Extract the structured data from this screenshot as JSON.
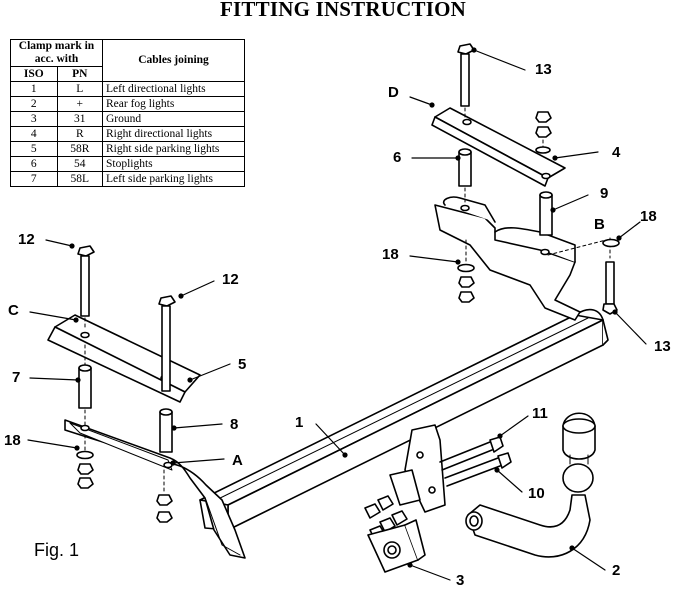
{
  "title": "FITTING INSTRUCTION",
  "table": {
    "header_clamp": "Clamp mark in acc. with",
    "header_cables": "Cables joining",
    "col_iso": "ISO",
    "col_pn": "PN",
    "rows": [
      {
        "iso": "1",
        "pn": "L",
        "cable": "Left directional lights"
      },
      {
        "iso": "2",
        "pn": "+",
        "cable": "Rear fog lights"
      },
      {
        "iso": "3",
        "pn": "31",
        "cable": "Ground"
      },
      {
        "iso": "4",
        "pn": "R",
        "cable": "Right directional lights"
      },
      {
        "iso": "5",
        "pn": "58R",
        "cable": "Right side parking lights"
      },
      {
        "iso": "6",
        "pn": "54",
        "cable": "Stoplights"
      },
      {
        "iso": "7",
        "pn": "58L",
        "cable": "Left side parking lights"
      }
    ]
  },
  "callouts": {
    "l1": "1",
    "l2": "2",
    "l3": "3",
    "l4": "4",
    "l5": "5",
    "l6": "6",
    "l7": "7",
    "l8": "8",
    "l9": "9",
    "l10": "10",
    "l11": "11",
    "l12a": "12",
    "l12b": "12",
    "l13a": "13",
    "l13b": "13",
    "l18a": "18",
    "l18b": "18",
    "l18c": "18",
    "lA": "A",
    "lB": "B",
    "lC": "C",
    "lD": "D"
  },
  "figure_label": "Fig. 1"
}
